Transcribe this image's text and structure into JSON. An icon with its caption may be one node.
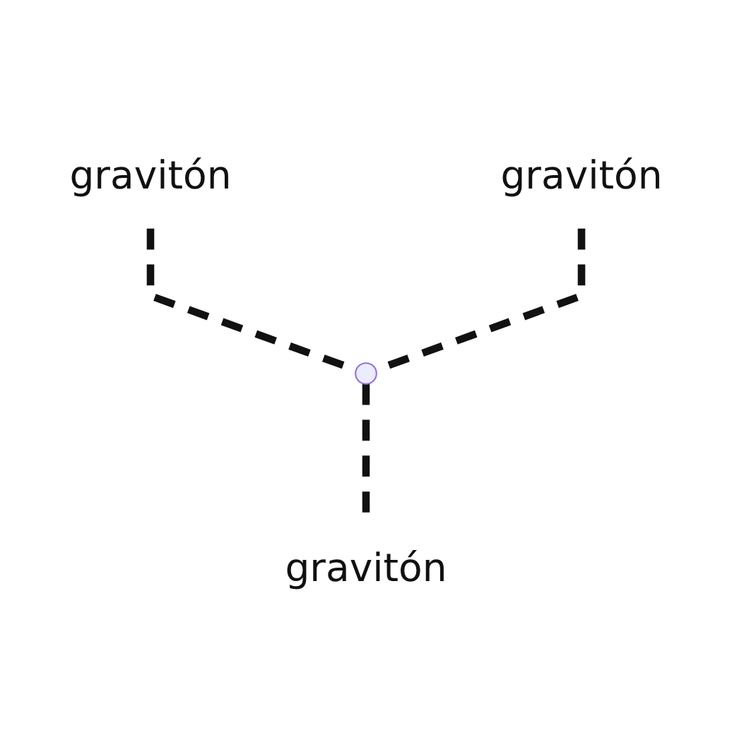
{
  "diagram": {
    "nodes": [
      {
        "text": [
          "gravitón"
        ]
      },
      {
        "text": [
          "gravitón"
        ]
      },
      {
        "text": [],
        "shape": "point"
      },
      {
        "text": [
          "gravitón"
        ]
      }
    ],
    "edges": [
      {
        "from": 0,
        "to": 2,
        "arrow": "none",
        "style": "dashed"
      },
      {
        "from": 1,
        "to": 2,
        "arrow": "none",
        "style": "dashed"
      },
      {
        "from": 2,
        "to": 3,
        "arrow": "none",
        "style": "dashed"
      }
    ]
  }
}
